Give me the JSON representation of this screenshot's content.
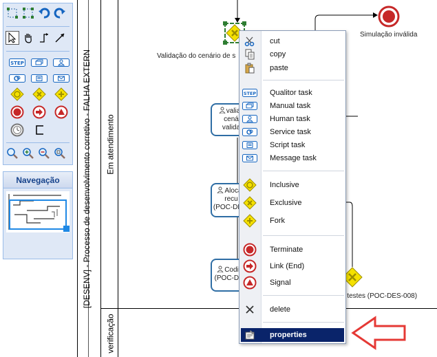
{
  "palette": {
    "buttons": [
      {
        "name": "select-all-icon"
      },
      {
        "name": "group-select-icon"
      },
      {
        "name": "undo-icon"
      },
      {
        "name": "redo-icon"
      },
      {
        "name": "pointer-tool-icon"
      },
      {
        "name": "hand-tool-icon"
      },
      {
        "name": "orthogonal-connector-icon"
      },
      {
        "name": "straight-connector-icon"
      },
      {
        "name": "step-task-icon",
        "label": "STEP"
      },
      {
        "name": "manual-task-icon"
      },
      {
        "name": "human-task-icon"
      },
      {
        "name": "service-task-icon"
      },
      {
        "name": "script-task-icon"
      },
      {
        "name": "message-task-icon"
      },
      {
        "name": "inclusive-gateway-icon"
      },
      {
        "name": "exclusive-gateway-icon"
      },
      {
        "name": "fork-gateway-icon"
      },
      {
        "name": "terminate-end-icon"
      },
      {
        "name": "link-end-icon"
      },
      {
        "name": "signal-end-icon"
      },
      {
        "name": "timer-event-icon"
      },
      {
        "name": "annotation-icon"
      },
      {
        "name": "zoom-icon"
      },
      {
        "name": "zoom-in-icon"
      },
      {
        "name": "zoom-out-icon"
      },
      {
        "name": "zoom-fit-icon"
      }
    ]
  },
  "navigation": {
    "title": "Navegação"
  },
  "diagram": {
    "pool_label": "[DESENV] - Processo de desenvolvimento corretivo - FALHA EXTERN",
    "lane_1_label": "Em atendimento",
    "lane_2_label": "verificação",
    "end_event_label": "Simulação inválida",
    "gateway_label": "Validação do cenário de s",
    "task_1": [
      "valiaç",
      "cená",
      "valida"
    ],
    "task_2": [
      "Alocaç",
      "recu",
      "(POC-DES-"
    ],
    "task_3": [
      "Codific",
      "(POC-DES"
    ],
    "right_task_label": "e testes (POC-DES-008)"
  },
  "context_menu": {
    "items": [
      {
        "name": "cut",
        "label": "cut",
        "icon": "scissors-icon"
      },
      {
        "name": "copy",
        "label": "copy",
        "icon": "copy-icon"
      },
      {
        "name": "paste",
        "label": "paste",
        "icon": "paste-icon"
      },
      {
        "name": "qualitor-task",
        "label": "Qualitor task",
        "icon": "step-task-icon"
      },
      {
        "name": "manual-task",
        "label": "Manual task",
        "icon": "manual-task-icon"
      },
      {
        "name": "human-task",
        "label": "Human task",
        "icon": "human-task-icon"
      },
      {
        "name": "service-task",
        "label": "Service task",
        "icon": "service-task-icon"
      },
      {
        "name": "script-task",
        "label": "Script task",
        "icon": "script-task-icon"
      },
      {
        "name": "message-task",
        "label": "Message task",
        "icon": "message-task-icon"
      },
      {
        "name": "inclusive",
        "label": "Inclusive",
        "icon": "inclusive-gateway-icon"
      },
      {
        "name": "exclusive",
        "label": "Exclusive",
        "icon": "exclusive-gateway-icon"
      },
      {
        "name": "fork",
        "label": "Fork",
        "icon": "fork-gateway-icon"
      },
      {
        "name": "terminate",
        "label": "Terminate",
        "icon": "terminate-end-icon"
      },
      {
        "name": "link-end",
        "label": "Link (End)",
        "icon": "link-end-icon"
      },
      {
        "name": "signal",
        "label": "Signal",
        "icon": "signal-end-icon"
      },
      {
        "name": "delete",
        "label": "delete",
        "icon": "delete-icon"
      },
      {
        "name": "properties",
        "label": "properties",
        "icon": "properties-icon",
        "selected": true
      }
    ]
  },
  "colors": {
    "menu_selected_bg": "#0a246a",
    "task_border": "#2e6da4",
    "gateway_yellow": "#f5e100",
    "end_event_red": "#c62828",
    "annotation_arrow": "#e53935"
  }
}
